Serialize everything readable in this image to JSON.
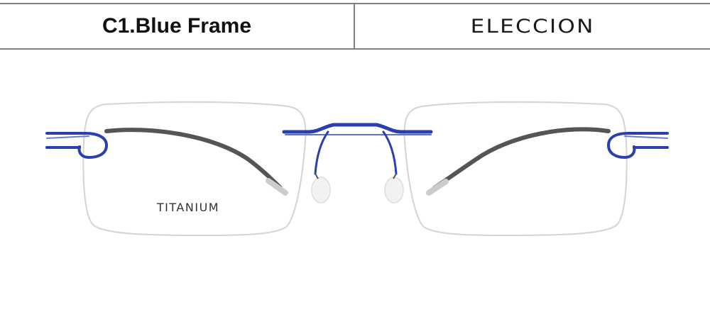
{
  "header": {
    "variant_title": "C1.Blue Frame",
    "brand_name": "ELECCION"
  },
  "product": {
    "material_label": "TITANIUM",
    "frame_color": "#2a3fb0",
    "temple_tip_color": "#555555",
    "lens_outline_color": "#d4d4d4"
  },
  "colors": {
    "divider": "#7f7f7f",
    "background": "#ffffff"
  }
}
